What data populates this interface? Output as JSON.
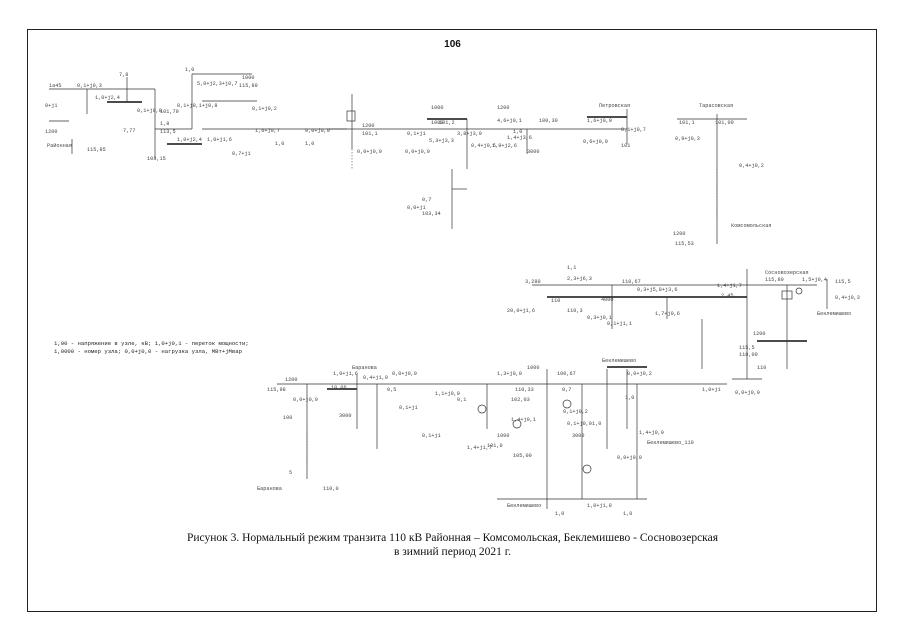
{
  "page": {
    "number": "106"
  },
  "figure": {
    "caption_line1": "Рисунок 3. Нормальный режим транзита 110 кВ Районная – Комсомольская, Беклемишево - Сосновозерская",
    "caption_line2": "в зимний период 2021 г."
  }
}
